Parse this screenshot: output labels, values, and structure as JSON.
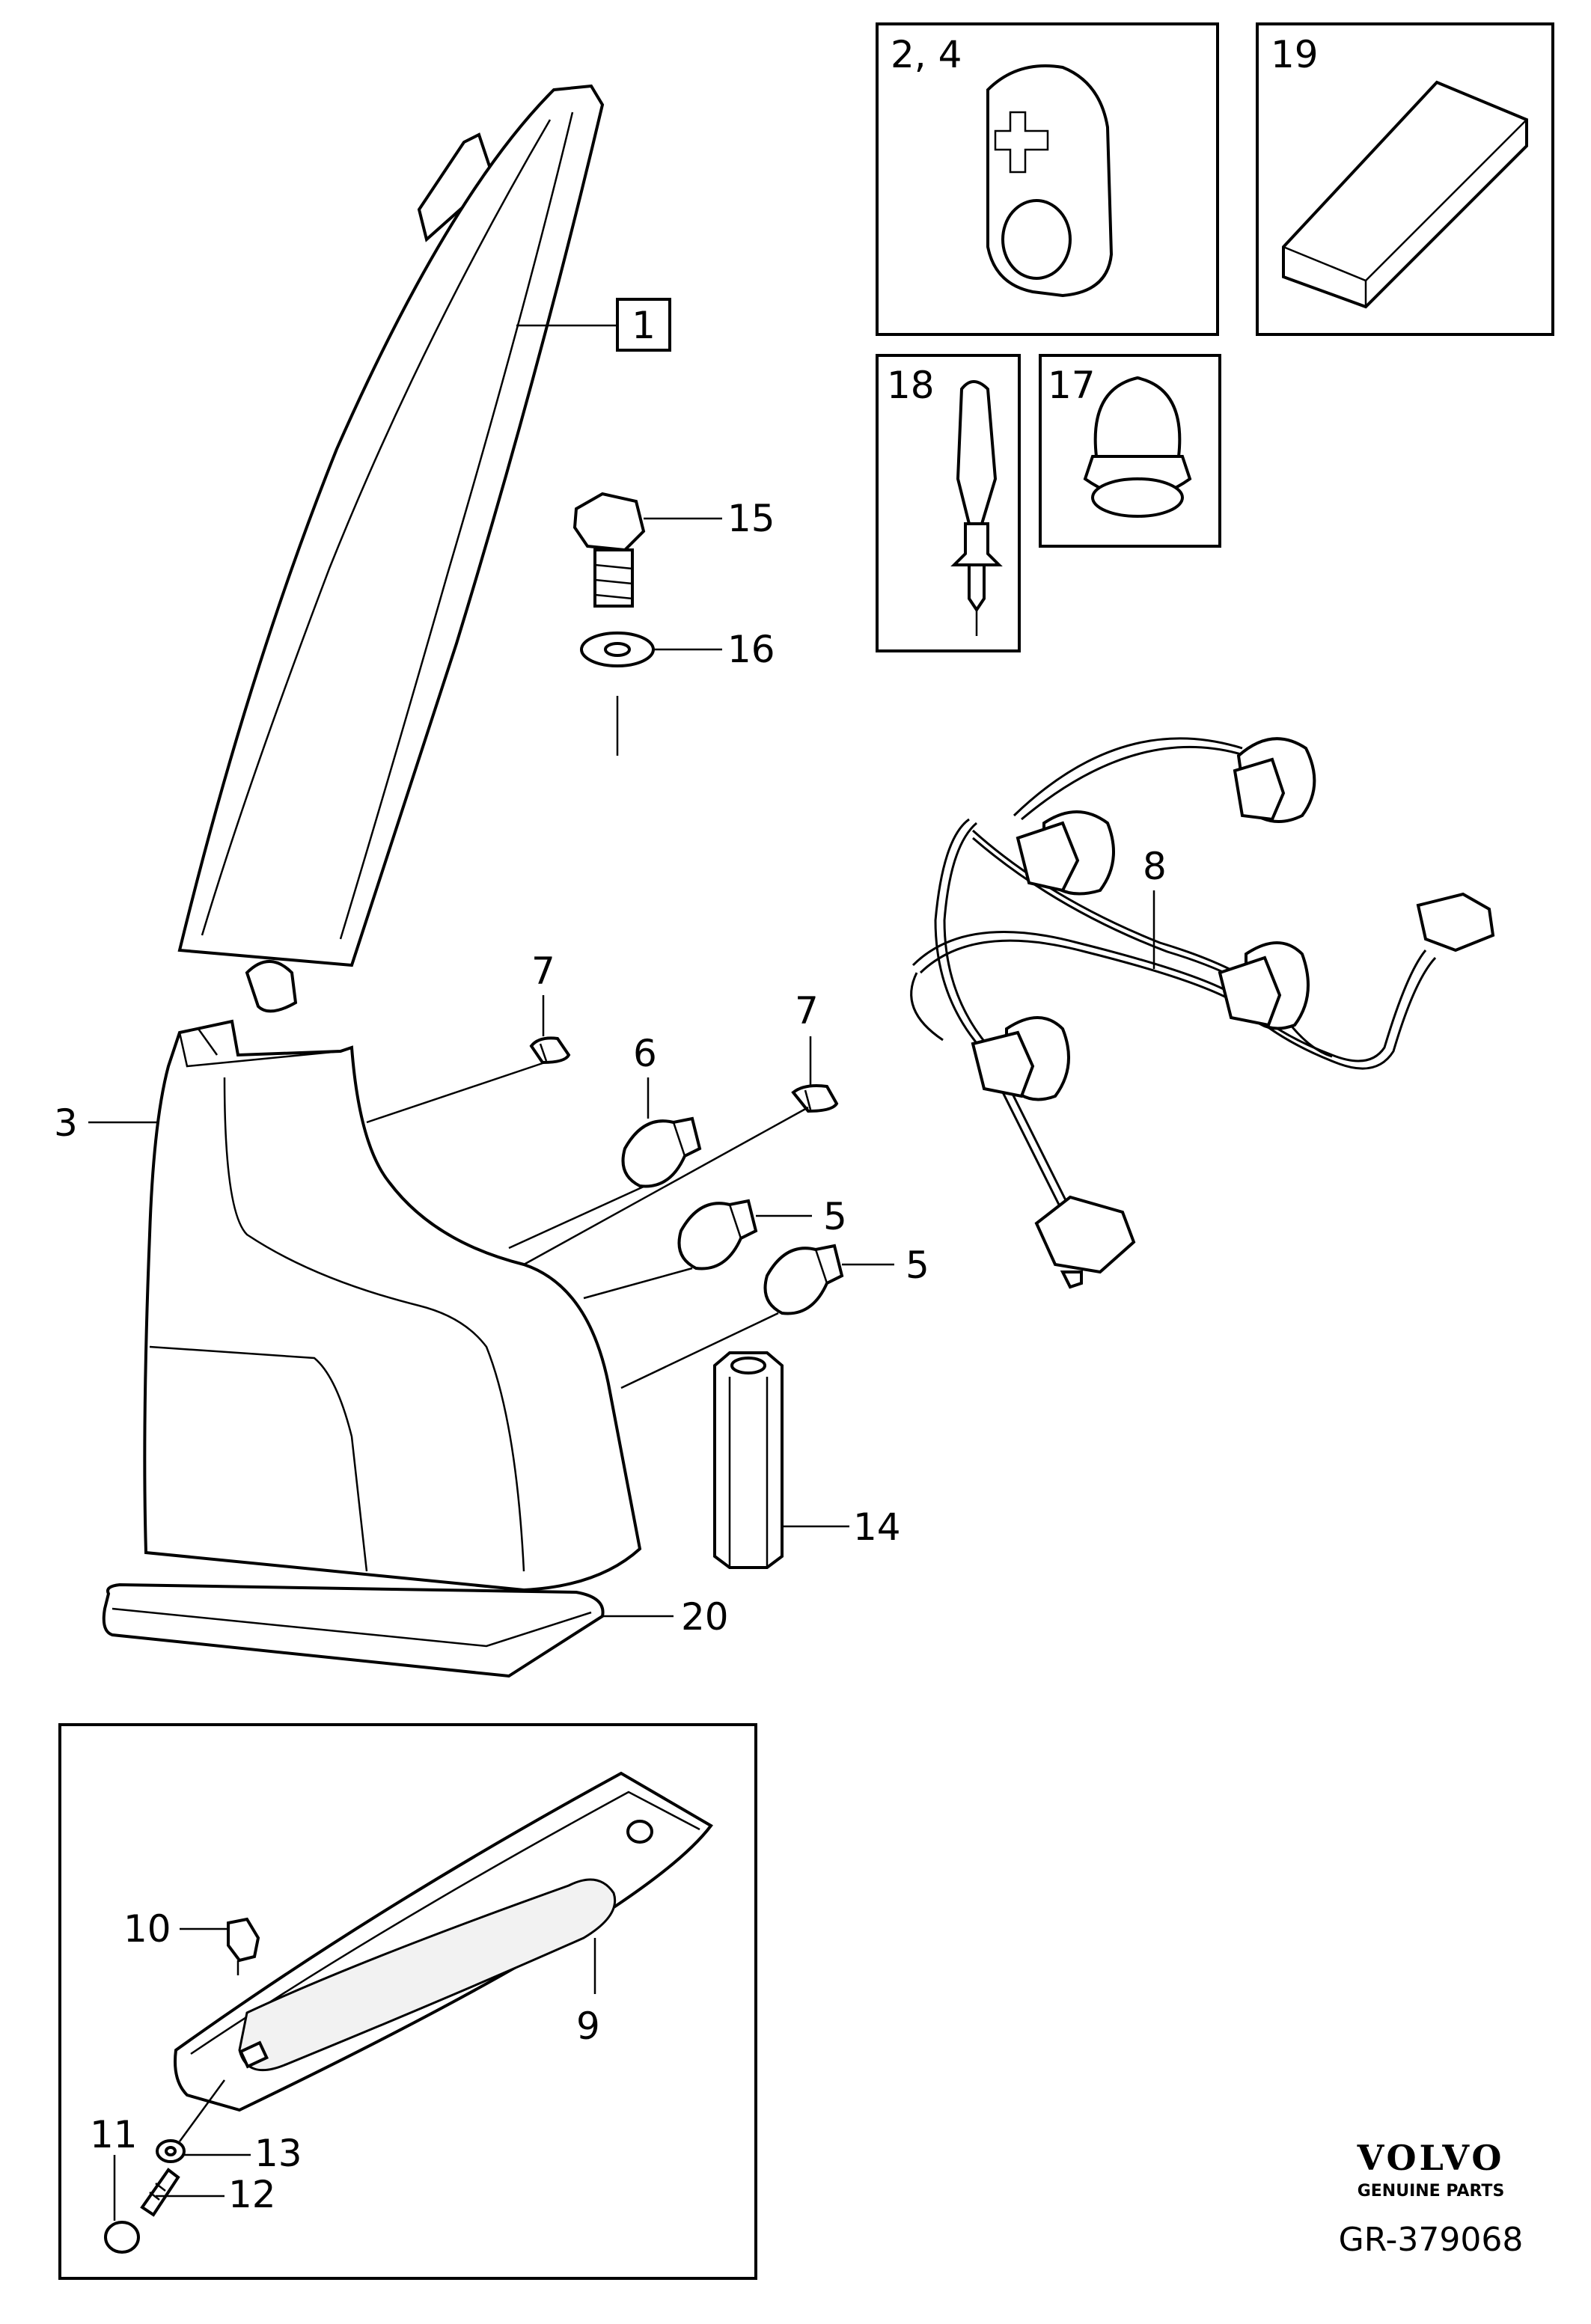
{
  "callouts": {
    "c1": "1",
    "c2_4": "2, 4",
    "c19": "19",
    "c18": "18",
    "c17": "17",
    "c15": "15",
    "c16": "16",
    "c8": "8",
    "c7a": "7",
    "c7b": "7",
    "c6": "6",
    "c3": "3",
    "c5a": "5",
    "c5b": "5",
    "c14": "14",
    "c20": "20",
    "c10": "10",
    "c9": "9",
    "c11": "11",
    "c13": "13",
    "c12": "12"
  },
  "brand": {
    "name": "VOLVO",
    "tagline": "GENUINE PARTS"
  },
  "diagram_code": "GR-379068"
}
